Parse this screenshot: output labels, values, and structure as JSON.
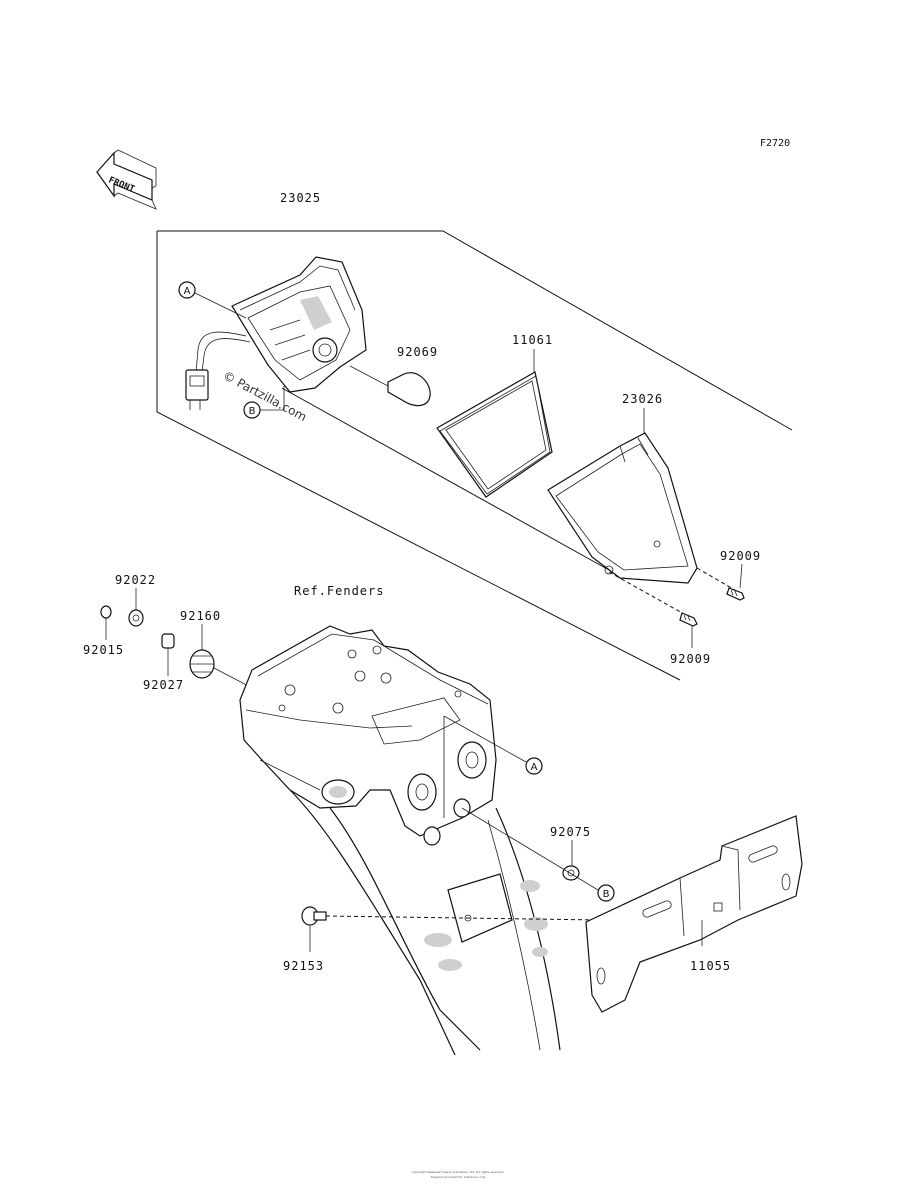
{
  "figure_id": "F2720",
  "front_arrow": {
    "label": "FRONT",
    "icon": "front-direction-arrow-icon"
  },
  "ref_note": "Ref.Fenders",
  "watermark": "© Partzilla.com",
  "callout_letters": {
    "a": "A",
    "b": "B"
  },
  "parts": [
    {
      "number": "23025"
    },
    {
      "number": "92069"
    },
    {
      "number": "11061"
    },
    {
      "number": "23026"
    },
    {
      "number": "92009"
    },
    {
      "number": "92009"
    },
    {
      "number": "92022"
    },
    {
      "number": "92015"
    },
    {
      "number": "92160"
    },
    {
      "number": "92027"
    },
    {
      "number": "92075"
    },
    {
      "number": "92153"
    },
    {
      "number": "11055"
    }
  ],
  "footer": {
    "line1": "Copyright Kawasaki Heavy Industries, Ltd. All rights reserved.",
    "line2": "Diagram provided for reference only"
  }
}
